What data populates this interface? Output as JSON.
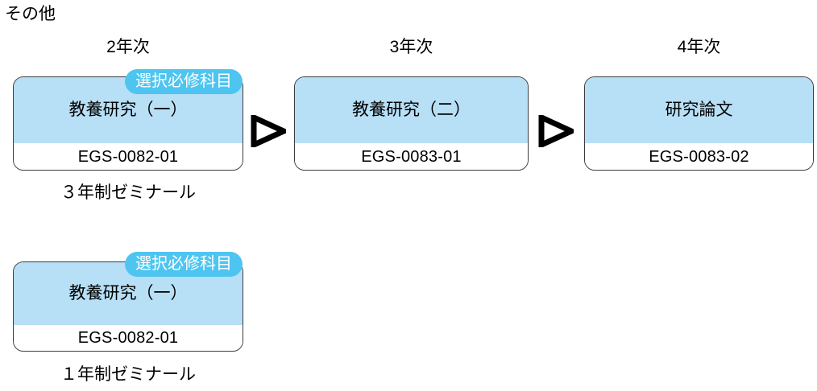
{
  "section": {
    "title": "その他"
  },
  "year_headers": [
    {
      "label": "2年次",
      "name": "year-header-2"
    },
    {
      "label": "3年次",
      "name": "year-header-3"
    },
    {
      "label": "4年次",
      "name": "year-header-4"
    }
  ],
  "badges": {
    "elective": "選択必修科目"
  },
  "tracks": [
    {
      "caption": "３年制ゼミナール",
      "courses": [
        {
          "title": "教養研究（一）",
          "code": "EGS-0082-01",
          "badge": "選択必修科目"
        },
        {
          "title": "教養研究（二）",
          "code": "EGS-0083-01",
          "badge": null
        },
        {
          "title": "研究論文",
          "code": "EGS-0083-02",
          "badge": null
        }
      ]
    },
    {
      "caption": "１年制ゼミナール",
      "courses": [
        {
          "title": "教養研究（一）",
          "code": "EGS-0082-01",
          "badge": "選択必修科目"
        }
      ]
    }
  ],
  "colors": {
    "card_header_fill": "#b7dff6",
    "card_body_fill": "#ffffff",
    "card_border": "#3b3b3b",
    "badge_fill": "#4ec5f1",
    "badge_text": "#ffffff",
    "text": "#000000",
    "background": "#ffffff"
  }
}
